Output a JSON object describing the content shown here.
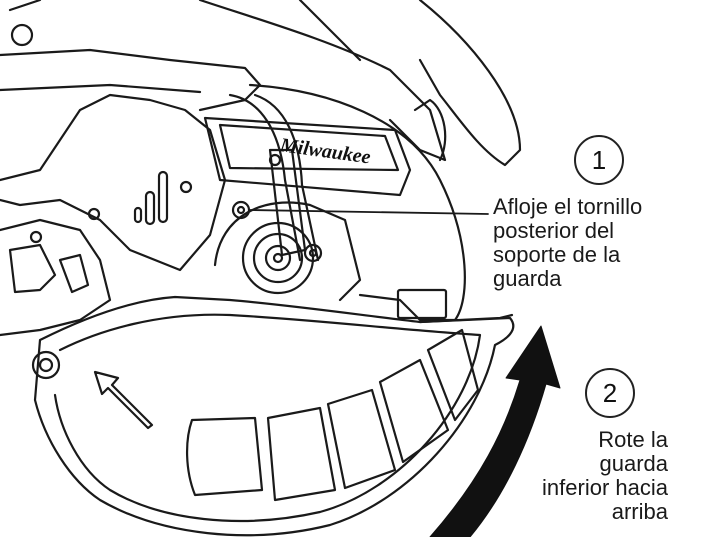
{
  "step1": {
    "number": "1",
    "lines": [
      "Afloje el tornillo",
      "posterior del",
      "soporte de la",
      "guarda"
    ]
  },
  "step2": {
    "number": "2",
    "lines": [
      "Rote la",
      "guarda",
      "inferior hacia",
      "arriba"
    ]
  },
  "logo": {
    "text": "Milwaukee"
  },
  "colors": {
    "line": "#1a1a1a",
    "arrow": "#111111",
    "background": "#ffffff"
  }
}
